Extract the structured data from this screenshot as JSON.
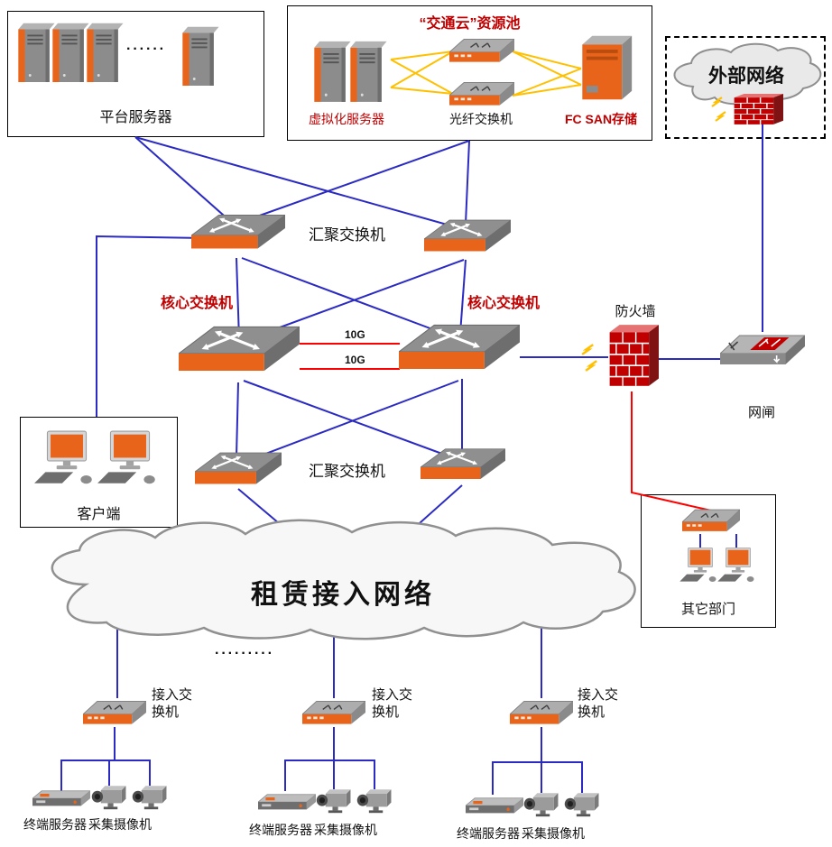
{
  "colors": {
    "line_blue": "#2b2bc3",
    "line_red": "#ff0000",
    "line_yellow": "#ffc000",
    "device_orange": "#e8641b",
    "dark_red": "#c00000"
  },
  "platform": {
    "label": "平台服务器",
    "dots": "······"
  },
  "resource_pool": {
    "title": "“交通云”资源池",
    "virtualization_label": "虚拟化服务器",
    "fiber_switch_label": "光纤交换机",
    "fc_san_label": "FC SAN存储"
  },
  "external": {
    "label": "外部网络"
  },
  "backbone": {
    "agg_top": "汇聚交换机",
    "agg_bottom": "汇聚交换机",
    "core_left": "核心交换机",
    "core_right": "核心交换机",
    "link1": "10G",
    "link2": "10G",
    "firewall": "防火墙",
    "gateway": "网闸"
  },
  "clients": {
    "label": "客户端"
  },
  "other_dept": {
    "label": "其它部门"
  },
  "cloud": {
    "label": "租赁接入网络"
  },
  "access": {
    "dots": "·········",
    "groups": [
      {
        "switch": "接入交换机",
        "server": "终端服务器",
        "camera": "采集摄像机"
      },
      {
        "switch": "接入交换机",
        "server": "终端服务器",
        "camera": "采集摄像机"
      },
      {
        "switch": "接入交换机",
        "server": "终端服务器",
        "camera": "采集摄像机"
      }
    ]
  }
}
